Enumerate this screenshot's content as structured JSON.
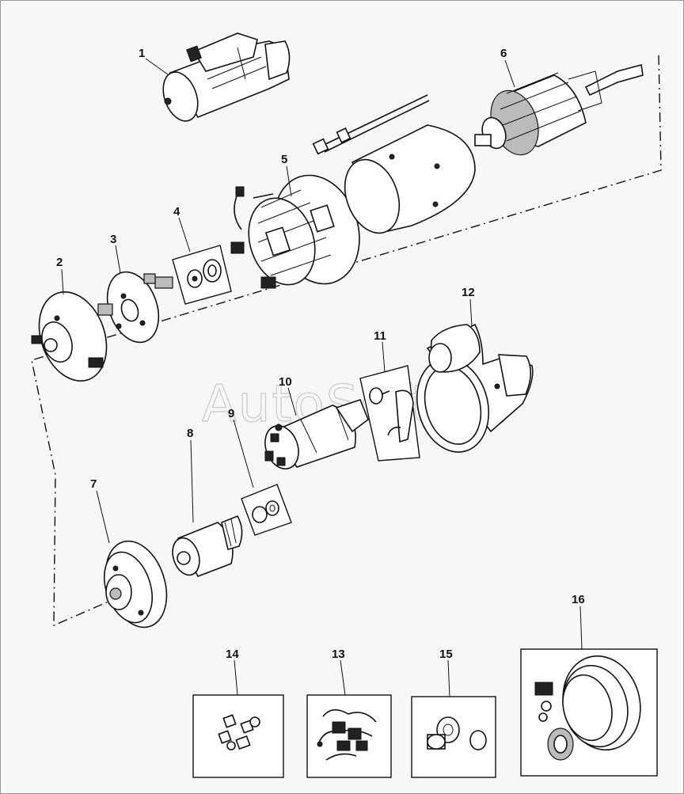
{
  "watermark": "AutoSoft",
  "callouts": [
    {
      "id": "1",
      "label": "1"
    },
    {
      "id": "2",
      "label": "2"
    },
    {
      "id": "3",
      "label": "3"
    },
    {
      "id": "4",
      "label": "4"
    },
    {
      "id": "5",
      "label": "5"
    },
    {
      "id": "6",
      "label": "6"
    },
    {
      "id": "7",
      "label": "7"
    },
    {
      "id": "8",
      "label": "8"
    },
    {
      "id": "9",
      "label": "9"
    },
    {
      "id": "10",
      "label": "10"
    },
    {
      "id": "11",
      "label": "11"
    },
    {
      "id": "12",
      "label": "12"
    },
    {
      "id": "13",
      "label": "13"
    },
    {
      "id": "14",
      "label": "14"
    },
    {
      "id": "15",
      "label": "15"
    },
    {
      "id": "16",
      "label": "16"
    }
  ],
  "colors": {
    "line": "#111111",
    "paper": "#f7f7f7",
    "watermark": "#cfcfcf"
  }
}
